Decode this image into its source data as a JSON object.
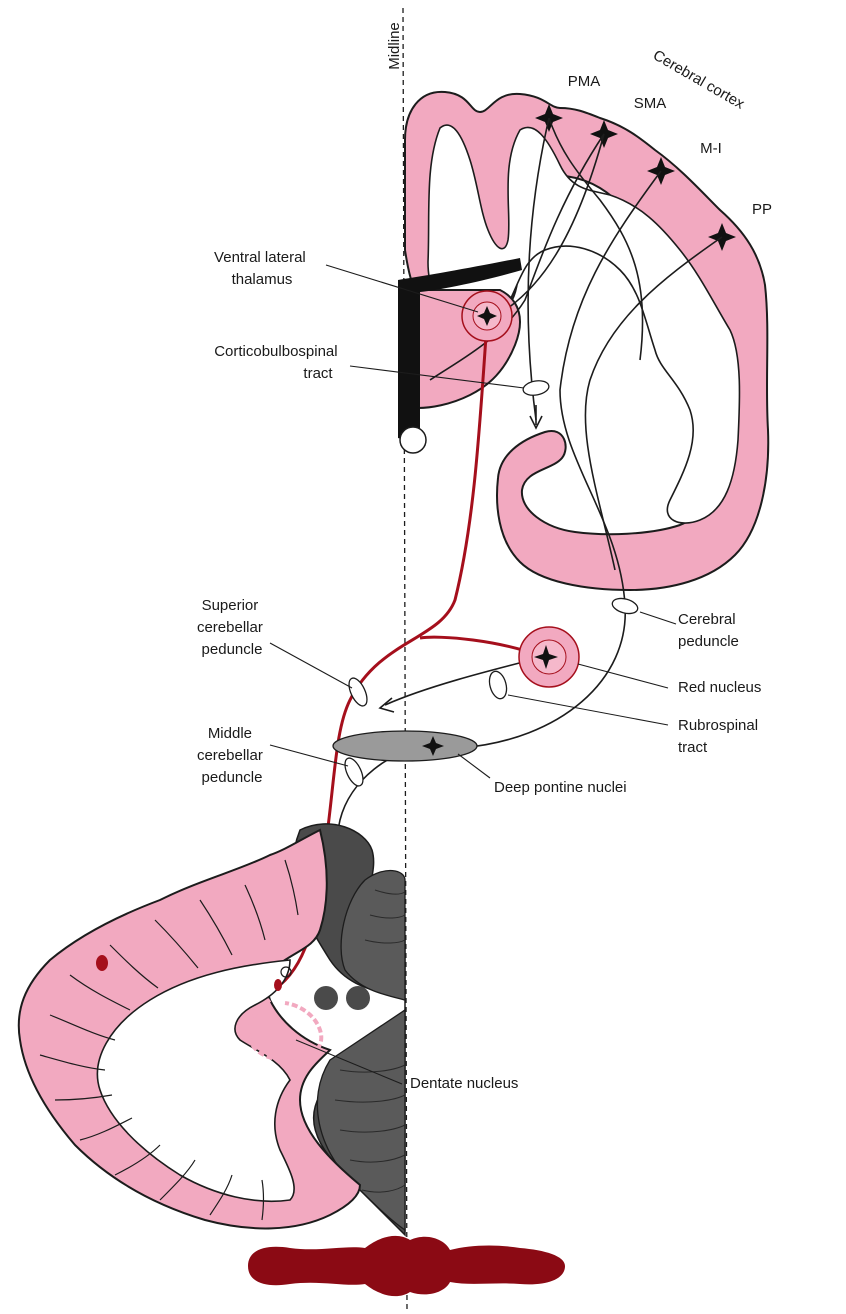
{
  "labels": {
    "midline": "Midline",
    "cerebral_cortex": "Cerebral cortex",
    "pma": "PMA",
    "sma": "SMA",
    "m1": "M-I",
    "pp": "PP",
    "ventral_lateral_thalamus": [
      "Ventral lateral",
      "thalamus"
    ],
    "corticobulbospinal_tract": [
      "Corticobulbospinal",
      "tract"
    ],
    "superior_cerebellar_peduncle": [
      "Superior",
      "cerebellar",
      "peduncle"
    ],
    "middle_cerebellar_peduncle": [
      "Middle",
      "cerebellar",
      "peduncle"
    ],
    "cerebral_peduncle": [
      "Cerebral",
      "peduncle"
    ],
    "red_nucleus": "Red nucleus",
    "rubrospinal_tract": [
      "Rubrospinal",
      "tract"
    ],
    "deep_pontine_nuclei": "Deep pontine nuclei",
    "dentate_nucleus": "Dentate nucleus"
  },
  "colors": {
    "cortex_pink": "#f2a9c0",
    "pathway_red": "#a50f1c",
    "pons_gray": "#9a9a9a",
    "vermis_dark": "#4a4a4a",
    "ventricle_black": "#111111"
  }
}
